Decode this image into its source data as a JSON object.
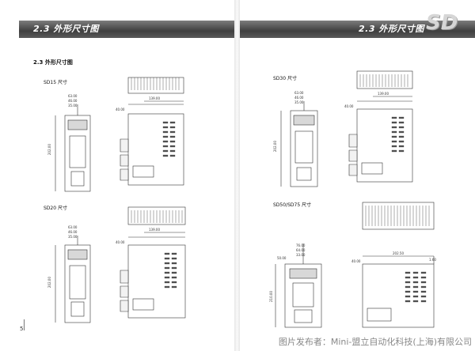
{
  "header": {
    "left_title": "2.3 外形尺寸图",
    "right_title": "2.3 外形尺寸图",
    "brand": "SD"
  },
  "section": {
    "title": "2.3 外形尺寸图"
  },
  "models": {
    "sd15": "SD15 尺寸",
    "sd20": "SD20 尺寸",
    "sd30": "SD30 尺寸",
    "sd50": "SD50/SD75 尺寸"
  },
  "dimensions": {
    "sd15_widths": [
      "63.00",
      "46.00",
      "35.00"
    ],
    "sd15_depth": "139.00",
    "sd15_side": "40.00",
    "sd15_height": "202.00",
    "sd20_widths": [
      "63.00",
      "46.00",
      "35.00"
    ],
    "sd20_depth": "139.00",
    "sd20_side": "40.00",
    "sd20_height": "202.00",
    "sd30_widths": [
      "63.00",
      "46.00",
      "35.00"
    ],
    "sd30_depth": "139.00",
    "sd30_side": "40.00",
    "sd30_height": "202.00",
    "sd50_widths": [
      "76.00",
      "64.00",
      "33.00"
    ],
    "sd50_depth": "202.50",
    "sd50_side": "40.00",
    "sd50_height": "210.00",
    "sd50_extra": "50.00",
    "sd50_offset": "1.60"
  },
  "footer": {
    "page_number": "5",
    "caption": "图片发布者：Mini-盟立自动化科技(上海)有限公司"
  }
}
